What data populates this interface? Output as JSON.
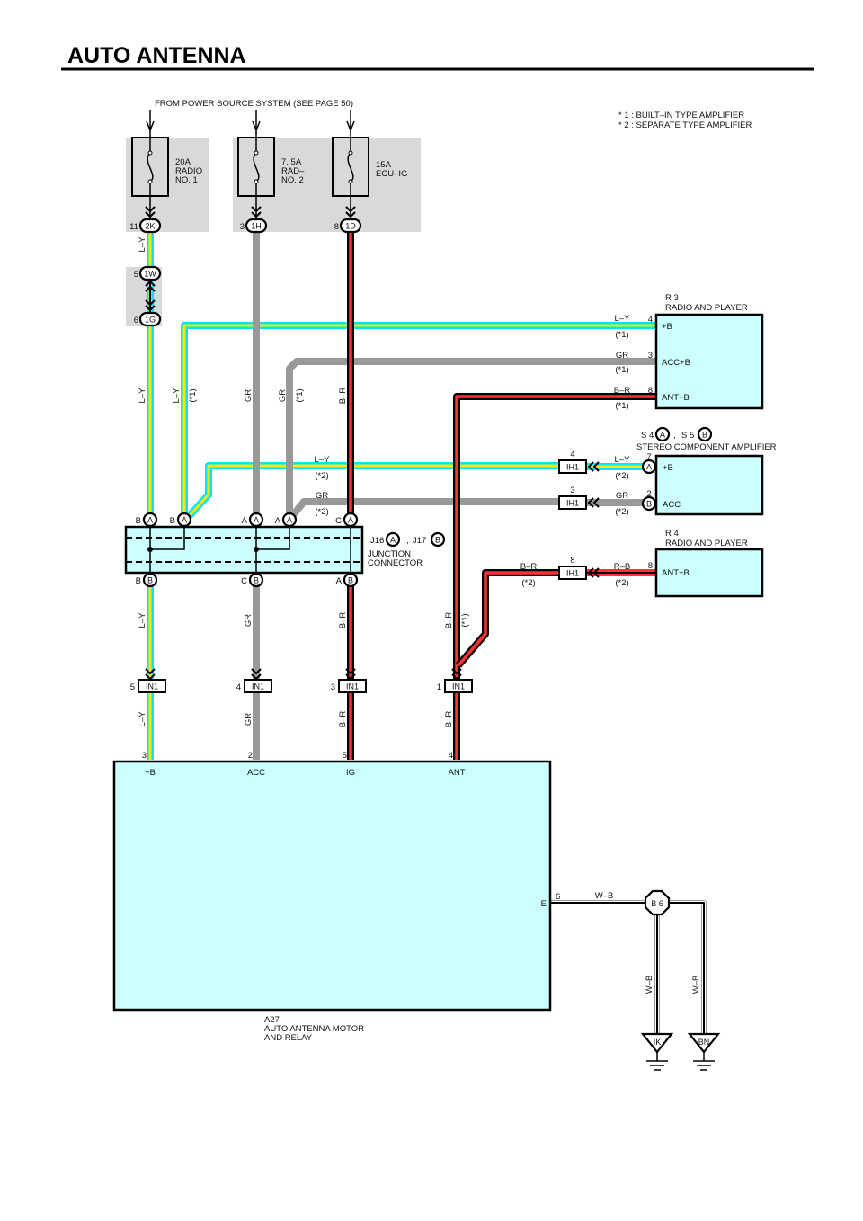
{
  "title": "AUTO ANTENNA",
  "source_note": "FROM POWER SOURCE SYSTEM (SEE PAGE 50)",
  "legend": [
    "* 1 : BUILT–IN TYPE AMPLIFIER",
    "* 2 : SEPARATE TYPE AMPLIFIER"
  ],
  "fuses": [
    {
      "amp": "20A",
      "name": [
        "RADIO",
        "NO. 1"
      ],
      "pin": "11",
      "connector": "2K"
    },
    {
      "amp": "7. 5A",
      "name": [
        "RAD–",
        "NO. 2"
      ],
      "pin": "3",
      "connector": "1H"
    },
    {
      "amp": "15A",
      "name": [
        "ECU–IG"
      ],
      "pin": "8",
      "connector": "1D"
    }
  ],
  "relay_connectors": [
    {
      "pin": "5",
      "id": "1W"
    },
    {
      "pin": "6",
      "id": "1G"
    }
  ],
  "wire_colors": {
    "LY": "L–Y",
    "GR": "GR",
    "BR": "B–R",
    "RB": "R–B",
    "WB": "W–B"
  },
  "notes": {
    "n1": "(*1)",
    "n2": "(*2)"
  },
  "r3": {
    "id": "R 3",
    "name": "RADIO AND PLAYER",
    "pins": [
      {
        "num": "4",
        "label": "+B"
      },
      {
        "num": "3",
        "label": "ACC+B"
      },
      {
        "num": "8",
        "label": "ANT+B"
      }
    ]
  },
  "amp": {
    "ref": [
      "S 4",
      "A",
      ",",
      "S 5",
      "B"
    ],
    "name": "STEREO COMPONENT AMPLIFIER",
    "pins": [
      {
        "num": "7",
        "conn": "A",
        "label": "+B"
      },
      {
        "num": "2",
        "conn": "B",
        "label": "ACC"
      }
    ]
  },
  "r4": {
    "id": "R 4",
    "name": "RADIO AND PLAYER",
    "pins": [
      {
        "num": "8",
        "label": "ANT+B"
      }
    ]
  },
  "junction": {
    "ref": [
      "J16",
      "A",
      ",",
      "J17",
      "B"
    ],
    "name": [
      "JUNCTION",
      "CONNECTOR"
    ],
    "top": [
      {
        "pin": "B",
        "conn": "A"
      },
      {
        "pin": "B",
        "conn": "A"
      },
      {
        "pin": "A",
        "conn": "A"
      },
      {
        "pin": "A",
        "conn": "A"
      },
      {
        "pin": "C",
        "conn": "A"
      }
    ],
    "bottom": [
      {
        "pin": "B",
        "conn": "B"
      },
      {
        "pin": "C",
        "conn": "B"
      },
      {
        "pin": "A",
        "conn": "B"
      }
    ]
  },
  "ih1": [
    {
      "num": "4",
      "id": "IH1"
    },
    {
      "num": "3",
      "id": "IH1"
    },
    {
      "num": "8",
      "id": "IH1"
    }
  ],
  "in1": [
    {
      "num": "5",
      "id": "IN1"
    },
    {
      "num": "4",
      "id": "IN1"
    },
    {
      "num": "3",
      "id": "IN1"
    },
    {
      "num": "1",
      "id": "IN1"
    }
  ],
  "a27": {
    "id": "A27",
    "name": [
      "AUTO ANTENNA MOTOR",
      "AND RELAY"
    ],
    "pins": [
      {
        "num": "3",
        "label": "+B"
      },
      {
        "num": "2",
        "label": "ACC"
      },
      {
        "num": "5",
        "label": "IG"
      },
      {
        "num": "4",
        "label": "ANT"
      }
    ],
    "ground_pin": {
      "num": "6",
      "label": "E"
    }
  },
  "ground": {
    "junction": "B 6",
    "points": [
      "IK",
      "BN"
    ]
  },
  "colors": {
    "component_fill": "#ccffff",
    "fuse_box": "#d9d9d9",
    "LY_outer": "#00e5ff",
    "LY_inner": "#ffe600",
    "GR": "#999999",
    "BR_outer": "#000000",
    "BR_inner": "#ff3333"
  }
}
